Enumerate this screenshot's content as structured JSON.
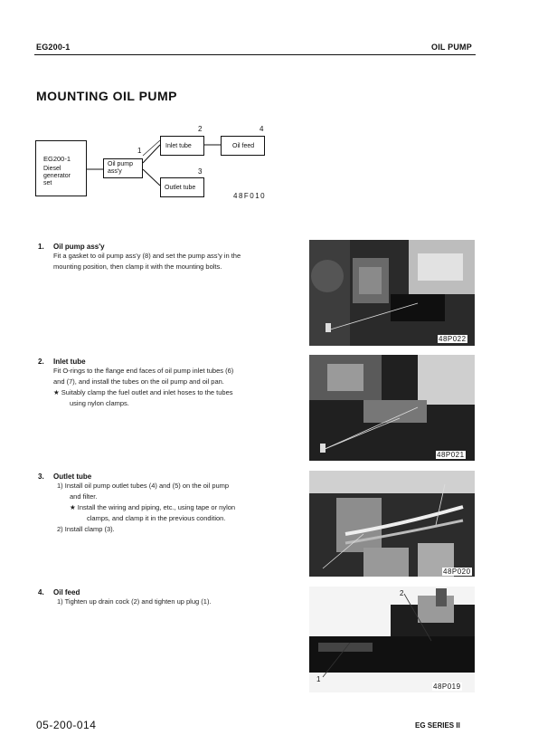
{
  "header": {
    "left": "EG200-1",
    "right": "OIL PUMP"
  },
  "title": "MOUNTING OIL PUMP",
  "diagram": {
    "main_box": [
      "EG200-1",
      "Diesel",
      "generator",
      "set"
    ],
    "pump_box": [
      "Oil pump",
      "ass'y"
    ],
    "inlet_box": "Inlet tube",
    "outlet_box": "Outlet tube",
    "feed_box": "Oil feed",
    "labels": {
      "n1": "1",
      "n2": "2",
      "n3": "3",
      "n4": "4"
    },
    "code": "48F010"
  },
  "steps": [
    {
      "num": "1.",
      "title": "Oil pump ass'y",
      "lines": [
        "Fit a gasket to oil pump ass'y (8) and set the pump ass'y in the",
        "mounting position, then clamp it with the mounting bolts."
      ],
      "photo_caption": "48P022"
    },
    {
      "num": "2.",
      "title": "Inlet tube",
      "lines": [
        "Fit O-rings to the flange end faces of oil pump inlet tubes (6)",
        "and (7), and install the tubes on the oil pump and oil pan."
      ],
      "note": [
        "★  Suitably clamp the fuel outlet and inlet hoses to the tubes",
        "using nylon clamps."
      ],
      "photo_caption": "48P021"
    },
    {
      "num": "3.",
      "title": "Outlet tube",
      "lines": [
        "1)  Install oil pump outlet tubes (4) and (5) on the oil pump",
        "and filter."
      ],
      "note": [
        "★  Install the wiring and piping, etc., using tape or nylon",
        "clamps, and clamp it in the previous condition."
      ],
      "line2": "2)  Install clamp (3).",
      "photo_caption": "48P020"
    },
    {
      "num": "4.",
      "title": "Oil feed",
      "lines": [
        "1)  Tighten up drain cock (2) and tighten up plug (1)."
      ],
      "photo_caption": "48P019"
    }
  ],
  "footer": {
    "left": "05-200-014",
    "right": "EG SERIES II"
  }
}
